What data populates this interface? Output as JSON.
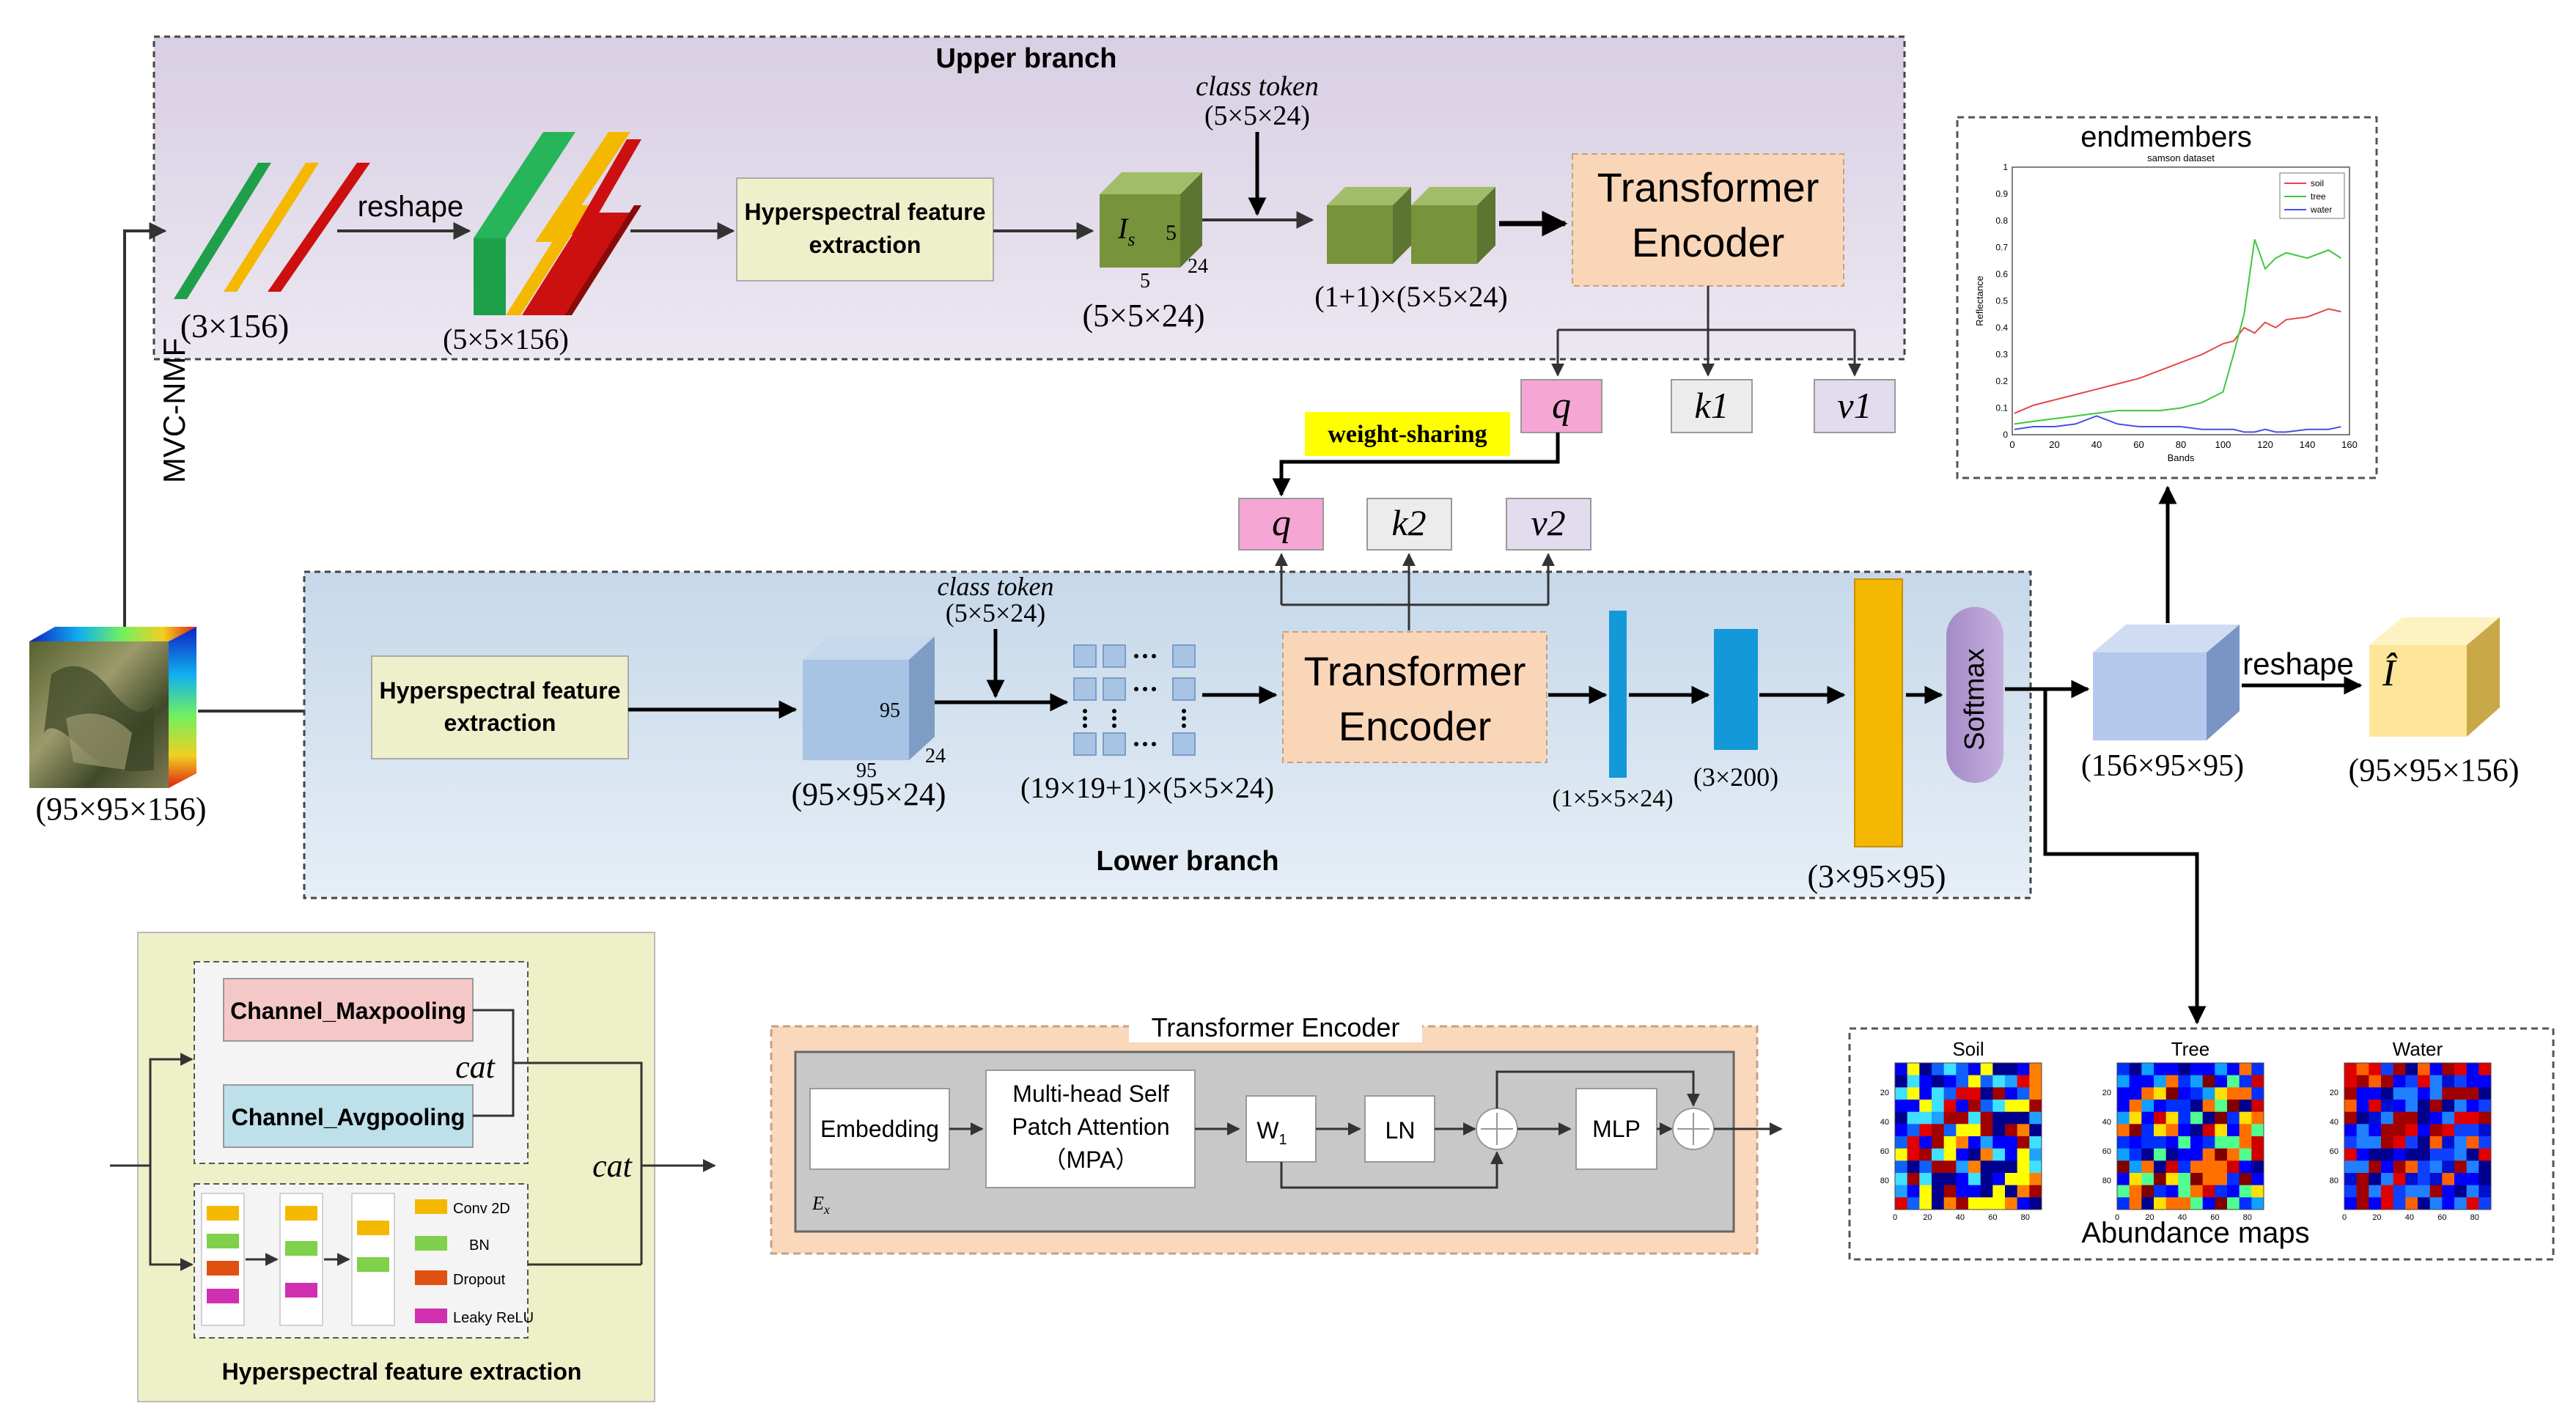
{
  "upper": {
    "title": "Upper branch",
    "reshape": "reshape",
    "dim_input": "(3×156)",
    "dim_reshaped": "(5×5×156)",
    "hfe_line1": "Hyperspectral feature",
    "hfe_line2": "extraction",
    "is_label": "I",
    "is_sub": "s",
    "cube_5a": "5",
    "cube_5b": "5",
    "cube_24": "24",
    "dim_cube": "(5×5×24)",
    "class_token": "class token",
    "class_token_dim": "(5×5×24)",
    "dim_tokens": "(1+1)×(5×5×24)",
    "te_line1": "Transformer",
    "te_line2": "Encoder",
    "q": "q",
    "k1": "k1",
    "v1": "v1"
  },
  "weight_sharing": "weight-sharing",
  "side_label": "MVC-NMF",
  "input": {
    "dim": "(95×95×156)"
  },
  "lower": {
    "title": "Lower branch",
    "hfe_line1": "Hyperspectral feature",
    "hfe_line2": "extraction",
    "cube_95a": "95",
    "cube_95b": "95",
    "cube_24": "24",
    "dim_cube": "(95×95×24)",
    "class_token": "class token",
    "class_token_dim": "(5×5×24)",
    "dim_tokens": "(19×19+1)×(5×5×24)",
    "q": "q",
    "k2": "k2",
    "v2": "v2",
    "te_line1": "Transformer",
    "te_line2": "Encoder",
    "dim_a": "(1×5×5×24)",
    "dim_b": "(3×200)",
    "dim_c": "(3×95×95)",
    "softmax": "Softmax"
  },
  "right": {
    "dim_cube": "(156×95×95)",
    "reshape": "reshape",
    "ihat": "Î",
    "dim_out": "(95×95×156)",
    "endmembers_title": "endmembers",
    "abundance_title": "Abundance maps"
  },
  "endmember_chart": {
    "chart_data": {
      "type": "line",
      "title": "samson dataset",
      "xlabel": "Bands",
      "ylabel": "Reflectance",
      "xlim": [
        0,
        160
      ],
      "ylim": [
        0,
        1
      ],
      "x_ticks": [
        "0",
        "20",
        "40",
        "60",
        "80",
        "100",
        "120",
        "140",
        "160"
      ],
      "y_ticks": [
        "0",
        "0.1",
        "0.2",
        "0.3",
        "0.4",
        "0.5",
        "0.6",
        "0.7",
        "0.8",
        "0.9",
        "1"
      ],
      "legend": "top-right",
      "x": [
        1,
        10,
        20,
        30,
        40,
        50,
        60,
        70,
        80,
        90,
        100,
        105,
        110,
        115,
        120,
        125,
        130,
        140,
        150,
        156
      ],
      "series": [
        {
          "name": "soil",
          "color": "#e64646",
          "values": [
            0.08,
            0.11,
            0.13,
            0.15,
            0.17,
            0.19,
            0.21,
            0.24,
            0.27,
            0.3,
            0.34,
            0.35,
            0.4,
            0.38,
            0.42,
            0.4,
            0.43,
            0.44,
            0.47,
            0.46
          ]
        },
        {
          "name": "tree",
          "color": "#3cc83c",
          "values": [
            0.04,
            0.05,
            0.06,
            0.07,
            0.08,
            0.09,
            0.09,
            0.09,
            0.1,
            0.12,
            0.16,
            0.3,
            0.45,
            0.73,
            0.62,
            0.66,
            0.68,
            0.66,
            0.69,
            0.66
          ]
        },
        {
          "name": "water",
          "color": "#4a50e0",
          "values": [
            0.02,
            0.03,
            0.03,
            0.04,
            0.07,
            0.04,
            0.03,
            0.03,
            0.03,
            0.02,
            0.02,
            0.02,
            0.01,
            0.01,
            0.02,
            0.01,
            0.01,
            0.02,
            0.02,
            0.03
          ]
        }
      ]
    }
  },
  "abundance_maps": {
    "maps": [
      {
        "title": "Soil"
      },
      {
        "title": "Tree"
      },
      {
        "title": "Water"
      }
    ],
    "y_ticks": [
      "20",
      "40",
      "60",
      "80"
    ],
    "x_ticks": [
      "0",
      "20",
      "40",
      "60",
      "80"
    ]
  },
  "hfe_detail": {
    "maxpool": "Channel_Maxpooling",
    "avgpool": "Channel_Avgpooling",
    "cat_inner": "cat",
    "cat_outer": "cat",
    "legend_conv": "Conv 2D",
    "legend_bn": "BN",
    "legend_dropout": "Dropout",
    "legend_relu": "Leaky ReLU",
    "title": "Hyperspectral feature extraction"
  },
  "te_detail": {
    "title": "Transformer  Encoder",
    "embedding": "Embedding",
    "mpa_line1": "Multi-head Self",
    "mpa_line2": "Patch Attention",
    "mpa_line3": "（MPA）",
    "w1": "W",
    "w1_sub": "1",
    "ln": "LN",
    "mlp": "MLP",
    "ex": "E",
    "ex_sub": "x"
  },
  "colors": {
    "upper_bg": "#e3dcea",
    "lower_bg": "#d2e1ef",
    "hfe_box": "#eef0cc",
    "te_box": "#fad6b8",
    "green_cube": "#77933c",
    "blue_cube": "#a8c4e4",
    "yellow_bar": "#f5b800",
    "cyan_bar": "#1499d8",
    "pink": "#f5a6d4",
    "purple_pill": "#b49ad0",
    "right_cube": "#b4c8ec",
    "ihat_cube": "#fde69a"
  }
}
